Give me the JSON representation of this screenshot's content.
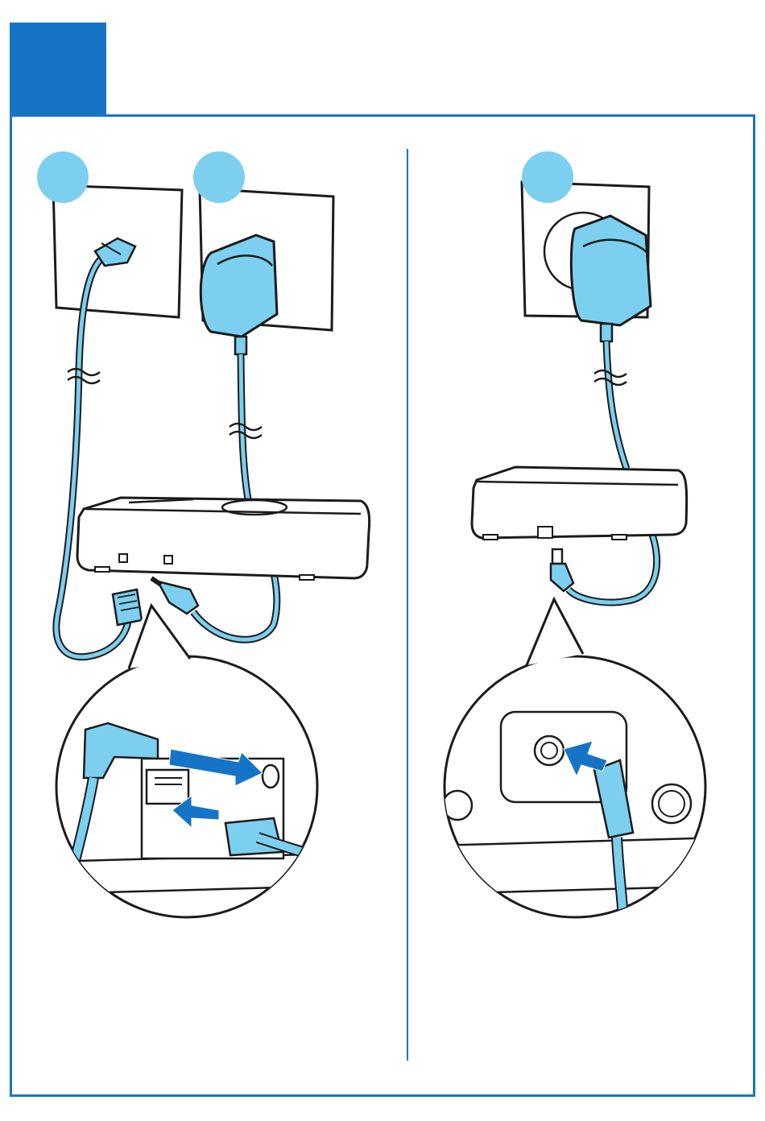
{
  "colors": {
    "step_tab": "#1674c6",
    "frame_border": "#1a75c6",
    "divider": "#1a75c6",
    "badge": "#7ccfef",
    "cable": "#7ccfef",
    "arrow": "#1674c6",
    "outline": "#1b1b1b",
    "background": "#ffffff"
  },
  "illustrations": {
    "left_panel": {
      "items": [
        "wall-jack",
        "power-outlet",
        "phone-line-cord",
        "power-adapter",
        "base-station",
        "zoom-detail"
      ]
    },
    "right_panel": {
      "items": [
        "power-outlet",
        "power-adapter",
        "base-station",
        "zoom-detail"
      ]
    }
  },
  "icons": [
    "step-badge",
    "arrow-icon",
    "rj11-plug",
    "dc-plug",
    "cable-break-symbol"
  ]
}
